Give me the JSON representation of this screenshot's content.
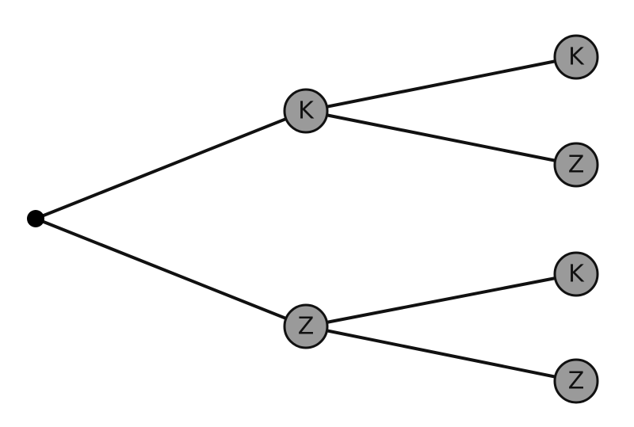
{
  "diagram": {
    "type": "probability-tree",
    "root": {
      "label": ""
    },
    "level1": [
      {
        "id": "k1",
        "label": "K"
      },
      {
        "id": "z1",
        "label": "Z"
      }
    ],
    "level2": [
      {
        "id": "k1-k",
        "parent": "k1",
        "label": "K"
      },
      {
        "id": "k1-z",
        "parent": "k1",
        "label": "Z"
      },
      {
        "id": "z1-k",
        "parent": "z1",
        "label": "K"
      },
      {
        "id": "z1-z",
        "parent": "z1",
        "label": "Z"
      }
    ]
  },
  "colors": {
    "node_fill": "#9a9a9a",
    "stroke": "#111111",
    "background": "#ffffff"
  }
}
